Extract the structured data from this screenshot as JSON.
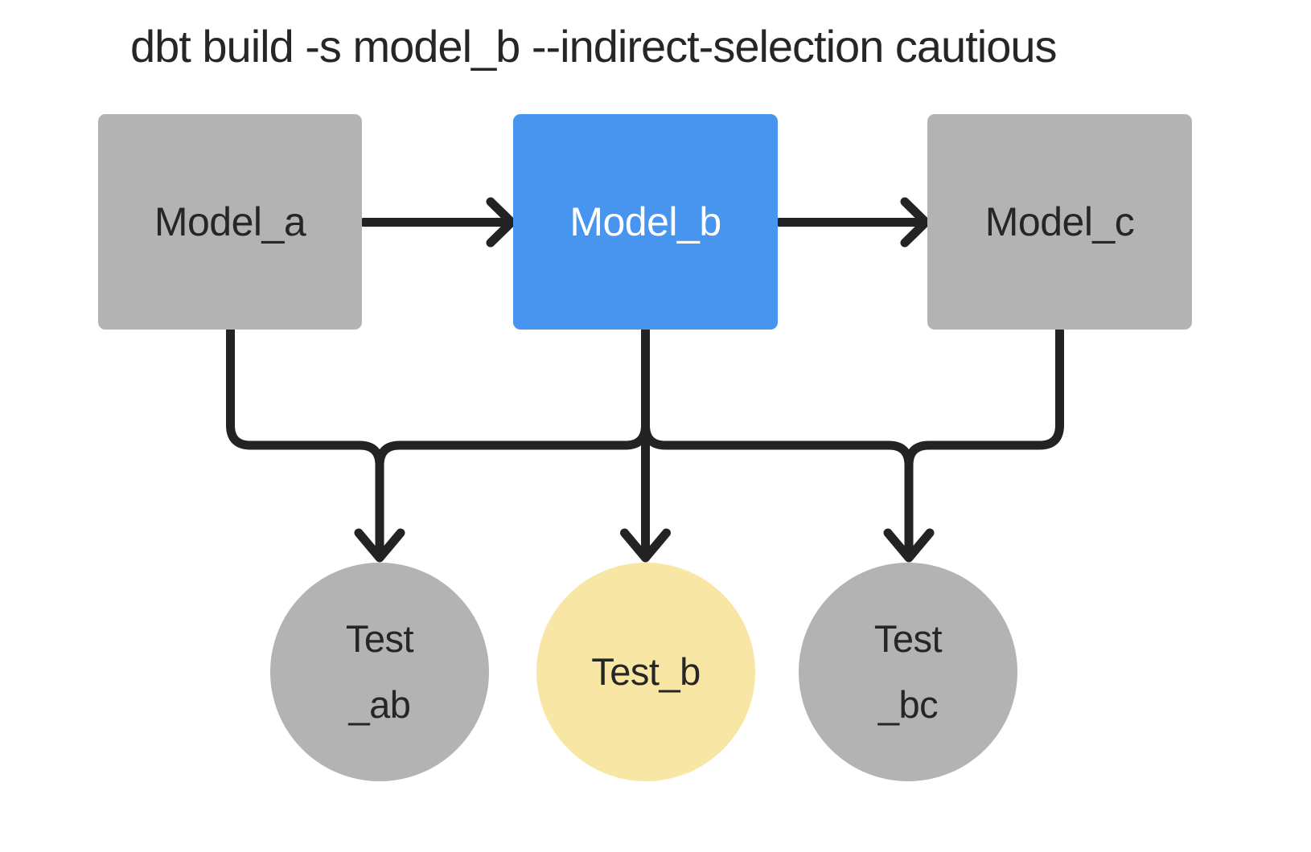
{
  "title": "dbt build -s model_b --indirect-selection cautious",
  "colors": {
    "background": "#ffffff",
    "node_gray": "#b3b3b3",
    "selected_node_blue": "#4795ee",
    "indirect_test_yellow": "#f8e6a5",
    "edge_black": "#232323",
    "text_dark": "#262626",
    "text_on_blue": "#ffffff"
  },
  "models": [
    {
      "label": "Model_a"
    },
    {
      "label": "Model_b"
    },
    {
      "label": "Model_c"
    }
  ],
  "tests": [
    {
      "lines": [
        "Test",
        "_ab"
      ]
    },
    {
      "lines": [
        "Test_b"
      ]
    },
    {
      "lines": [
        "Test",
        "_bc"
      ]
    }
  ]
}
